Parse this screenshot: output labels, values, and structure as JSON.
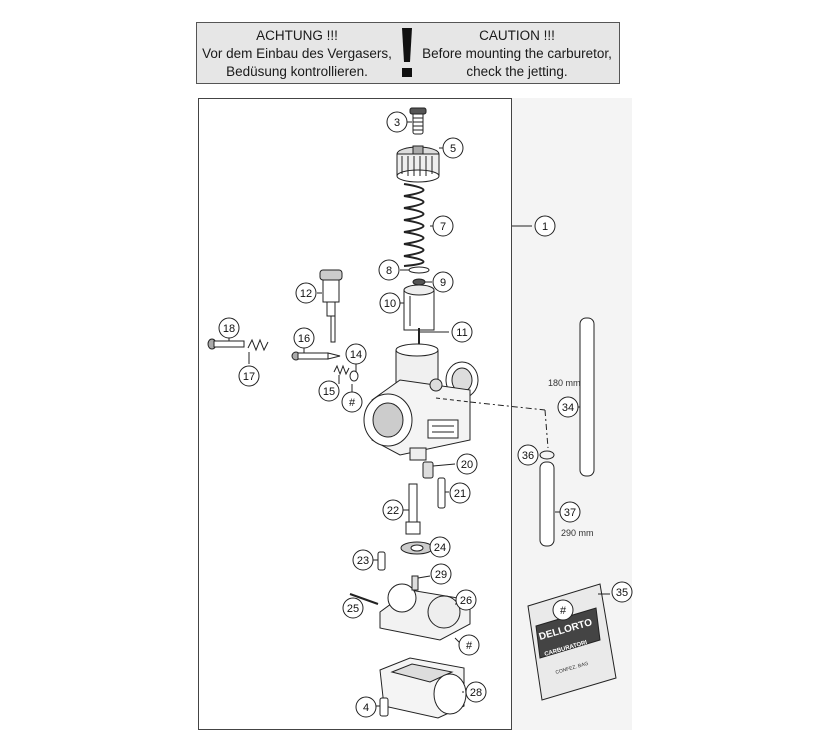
{
  "warning": {
    "de_title": "ACHTUNG !!!",
    "de_line1": "Vor dem Einbau des Vergasers,",
    "de_line2": "Bedüsung kontrollieren.",
    "en_title": "CAUTION !!!",
    "en_line1": "Before mounting the carburetor,",
    "en_line2": "check the jetting."
  },
  "callouts": {
    "c1": "1",
    "c2": "3",
    "c3": "5",
    "c4": "7",
    "c5": "8",
    "c6": "9",
    "c7": "10",
    "c8": "11",
    "c9": "12",
    "c10": "18",
    "c11": "16",
    "c12": "14",
    "c13": "17",
    "c14": "15",
    "c15": "#",
    "c16": "20",
    "c17": "21",
    "c18": "22",
    "c19": "24",
    "c20": "23",
    "c21": "29",
    "c22": "26",
    "c23": "25",
    "c24": "#",
    "c25": "28",
    "c26": "4",
    "c27": "34",
    "c28": "36",
    "c29": "37",
    "c30": "35",
    "c31": "#"
  },
  "dimensions": {
    "hose_long": "180 mm",
    "hose_short": "290 mm"
  },
  "packet": {
    "brand": "DELLORTO",
    "subtitle": "CARBURATORI",
    "small": "CONFEZ. BAG"
  },
  "colors": {
    "line": "#222222",
    "fill": "#ffffff",
    "shade": "#d9d9d9"
  }
}
